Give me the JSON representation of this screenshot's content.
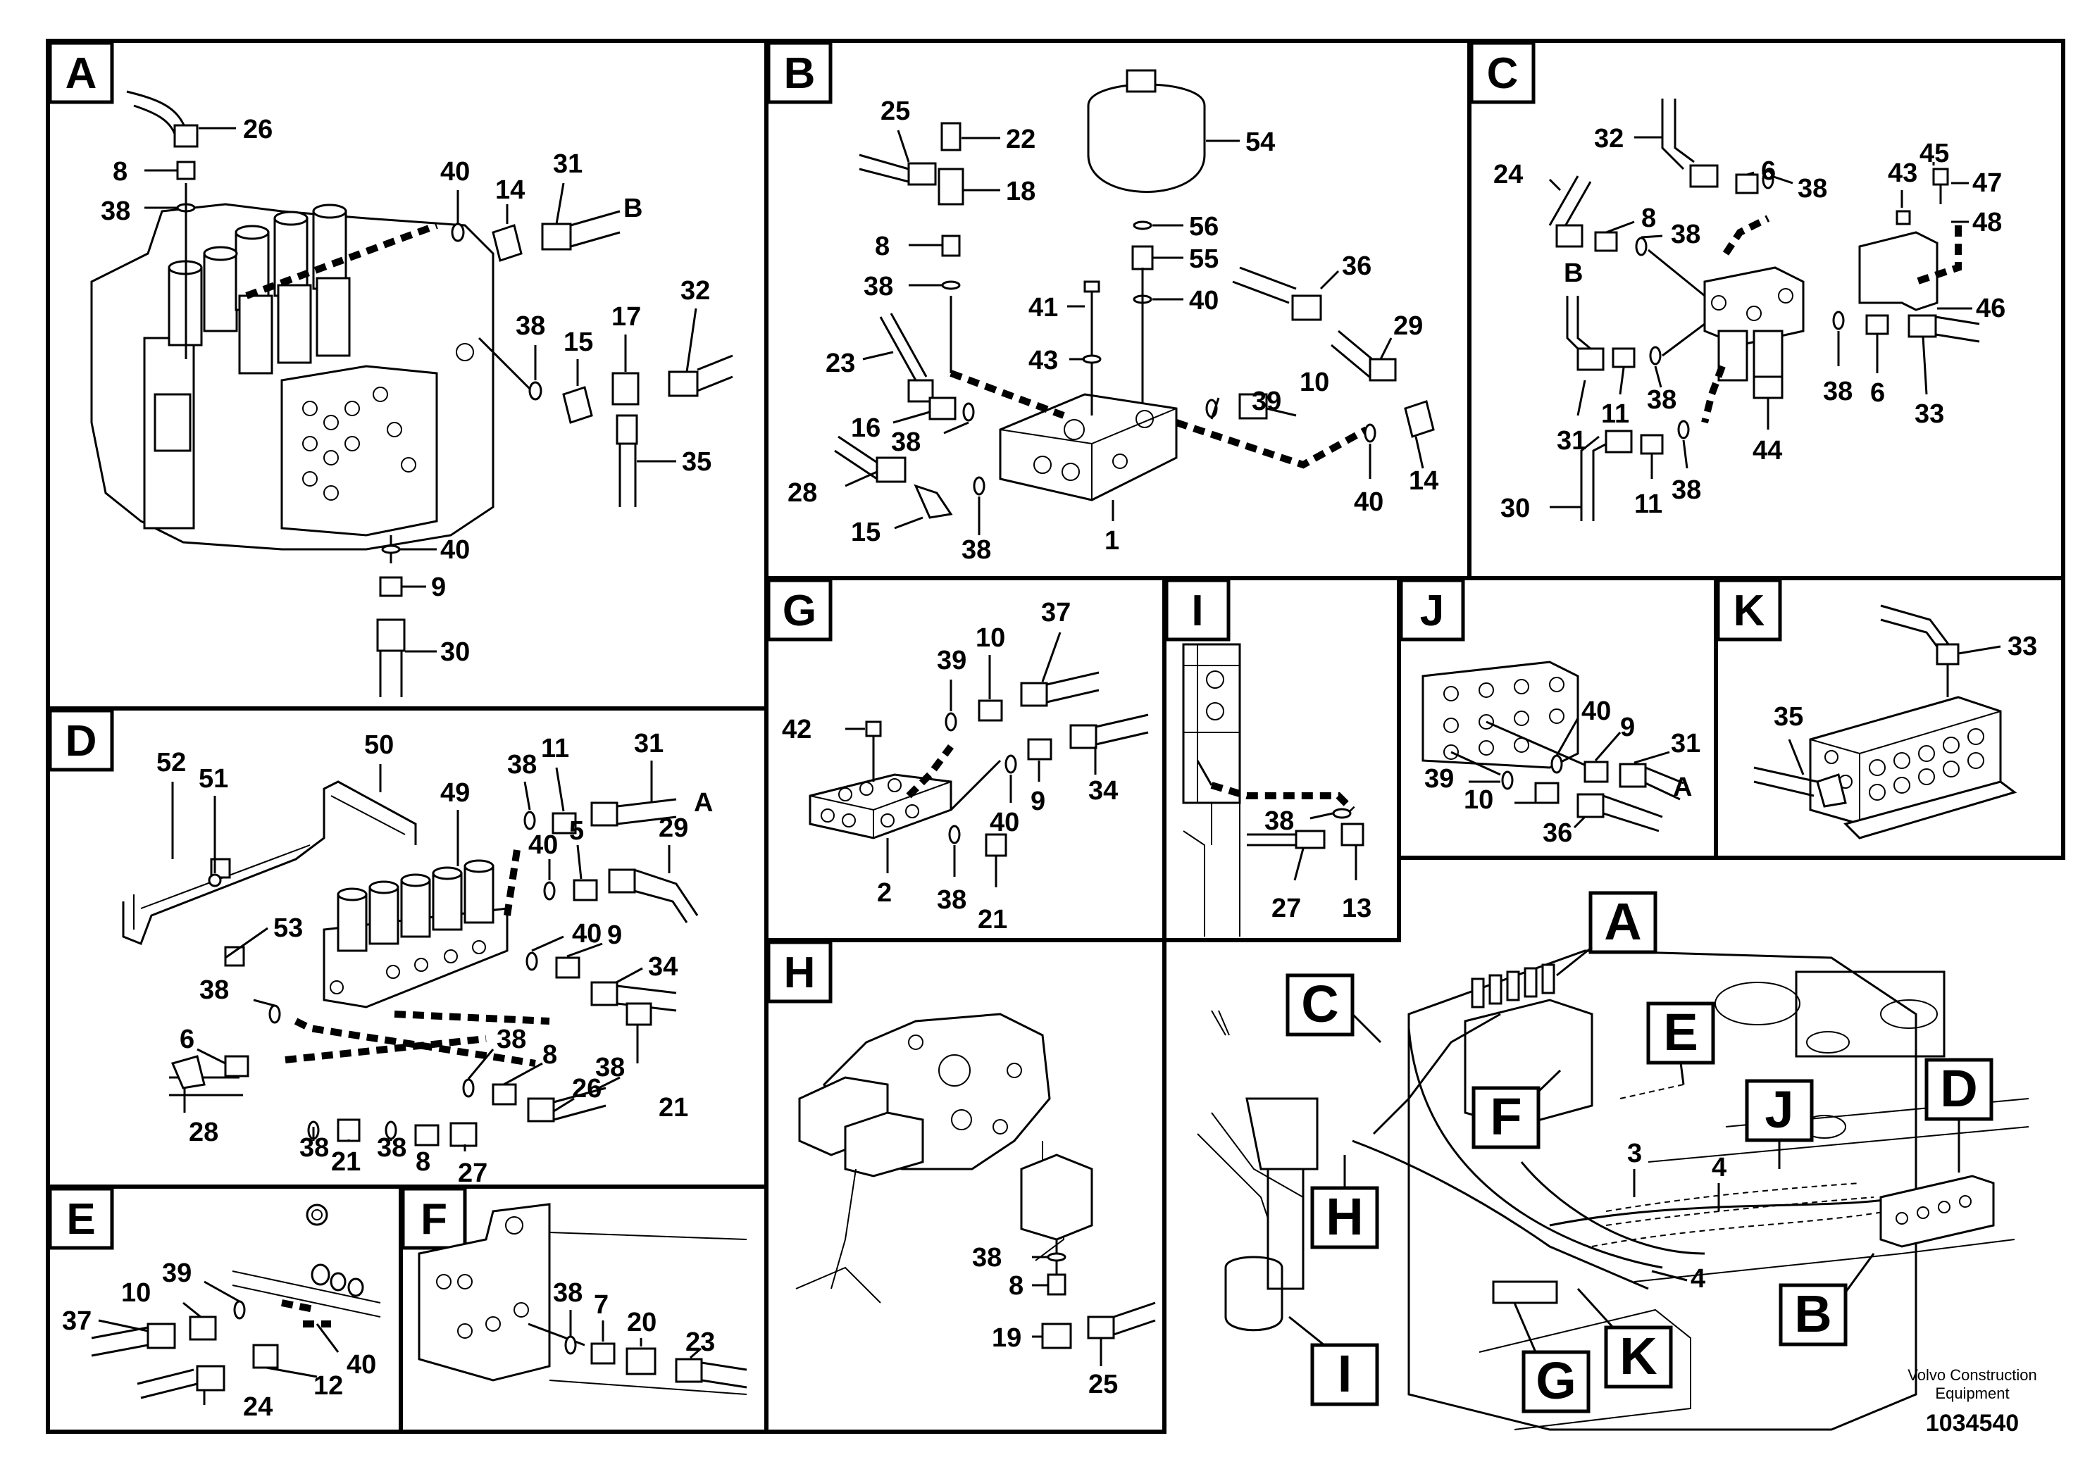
{
  "panels": {
    "A": {
      "label": "A",
      "numbers": [
        "26",
        "8",
        "38",
        "40",
        "14",
        "31",
        "38",
        "15",
        "17",
        "32",
        "35",
        "40",
        "9",
        "30"
      ],
      "side_letter": "B"
    },
    "B": {
      "label": "B",
      "numbers": [
        "25",
        "22",
        "18",
        "8",
        "38",
        "23",
        "16",
        "38",
        "28",
        "15",
        "38",
        "54",
        "56",
        "55",
        "40",
        "41",
        "43",
        "36",
        "29",
        "10",
        "39",
        "14",
        "40",
        "1"
      ]
    },
    "C": {
      "label": "C",
      "numbers": [
        "32",
        "24",
        "8",
        "38",
        "6",
        "38",
        "43",
        "45",
        "47",
        "48",
        "46",
        "11",
        "38",
        "31",
        "11",
        "38",
        "30",
        "44",
        "38",
        "6",
        "33"
      ],
      "side_letter": "B"
    },
    "D": {
      "label": "D",
      "numbers": [
        "52",
        "51",
        "50",
        "49",
        "38",
        "11",
        "31",
        "40",
        "5",
        "29",
        "53",
        "40",
        "9",
        "34",
        "6",
        "38",
        "28",
        "38",
        "21",
        "38",
        "8",
        "27",
        "38",
        "8",
        "26",
        "38",
        "21"
      ],
      "side_letter": "A"
    },
    "E": {
      "label": "E",
      "numbers": [
        "37",
        "10",
        "39",
        "24",
        "12",
        "40"
      ]
    },
    "F": {
      "label": "F",
      "numbers": [
        "38",
        "7",
        "20",
        "23"
      ]
    },
    "G": {
      "label": "G",
      "numbers": [
        "39",
        "10",
        "37",
        "42",
        "34",
        "40",
        "9",
        "2",
        "38",
        "21"
      ]
    },
    "H": {
      "label": "H",
      "numbers": [
        "38",
        "8",
        "19",
        "25"
      ]
    },
    "I": {
      "label": "I",
      "numbers": [
        "38",
        "27",
        "13"
      ]
    },
    "J": {
      "label": "J",
      "numbers": [
        "40",
        "9",
        "31",
        "39",
        "10",
        "36"
      ],
      "side_letter": "A"
    },
    "K": {
      "label": "K",
      "numbers": [
        "33",
        "35"
      ]
    }
  },
  "overview": {
    "tags": [
      "A",
      "C",
      "E",
      "F",
      "H",
      "I",
      "G",
      "K",
      "J",
      "D",
      "B"
    ],
    "numbers": [
      "3",
      "4",
      "4"
    ]
  },
  "footer": {
    "company_line1": "Volvo Construction",
    "company_line2": "Equipment",
    "drawing_number": "1034540"
  }
}
